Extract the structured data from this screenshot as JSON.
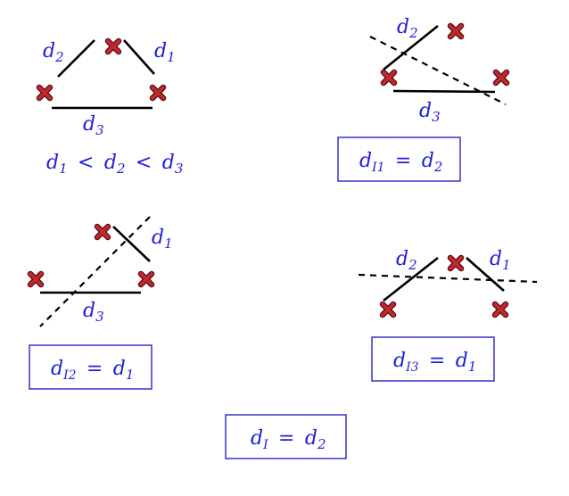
{
  "colors": {
    "label": "#1f1fd6",
    "box_border": "#2424c8",
    "marker": "#c0282d",
    "line": "#000000"
  },
  "panels": {
    "top_left": {
      "segment_labels": {
        "d1": [
          "d",
          "1"
        ],
        "d2": [
          "d",
          "2"
        ],
        "d3": [
          "d",
          "3"
        ]
      },
      "inequality": {
        "parts": [
          [
            "d",
            "1"
          ],
          "<",
          [
            "d",
            "2"
          ],
          "<",
          [
            "d",
            "3"
          ]
        ]
      }
    },
    "top_right": {
      "segment_labels": {
        "d2": [
          "d",
          "2"
        ],
        "d3": [
          "d",
          "3"
        ]
      },
      "result": {
        "lhs_main": "d",
        "lhs_sub": "I1",
        "op": "=",
        "rhs_main": "d",
        "rhs_sub": "2"
      }
    },
    "middle_left": {
      "segment_labels": {
        "d1": [
          "d",
          "1"
        ],
        "d3": [
          "d",
          "3"
        ]
      },
      "result": {
        "lhs_main": "d",
        "lhs_sub": "I2",
        "op": "=",
        "rhs_main": "d",
        "rhs_sub": "1"
      }
    },
    "middle_right": {
      "segment_labels": {
        "d1": [
          "d",
          "1"
        ],
        "d2": [
          "d",
          "2"
        ]
      },
      "result": {
        "lhs_main": "d",
        "lhs_sub": "I3",
        "op": "=",
        "rhs_main": "d",
        "rhs_sub": "1"
      }
    },
    "bottom": {
      "result": {
        "lhs_main": "d",
        "lhs_sub": "I",
        "op": "=",
        "rhs_main": "d",
        "rhs_sub": "2"
      }
    }
  }
}
